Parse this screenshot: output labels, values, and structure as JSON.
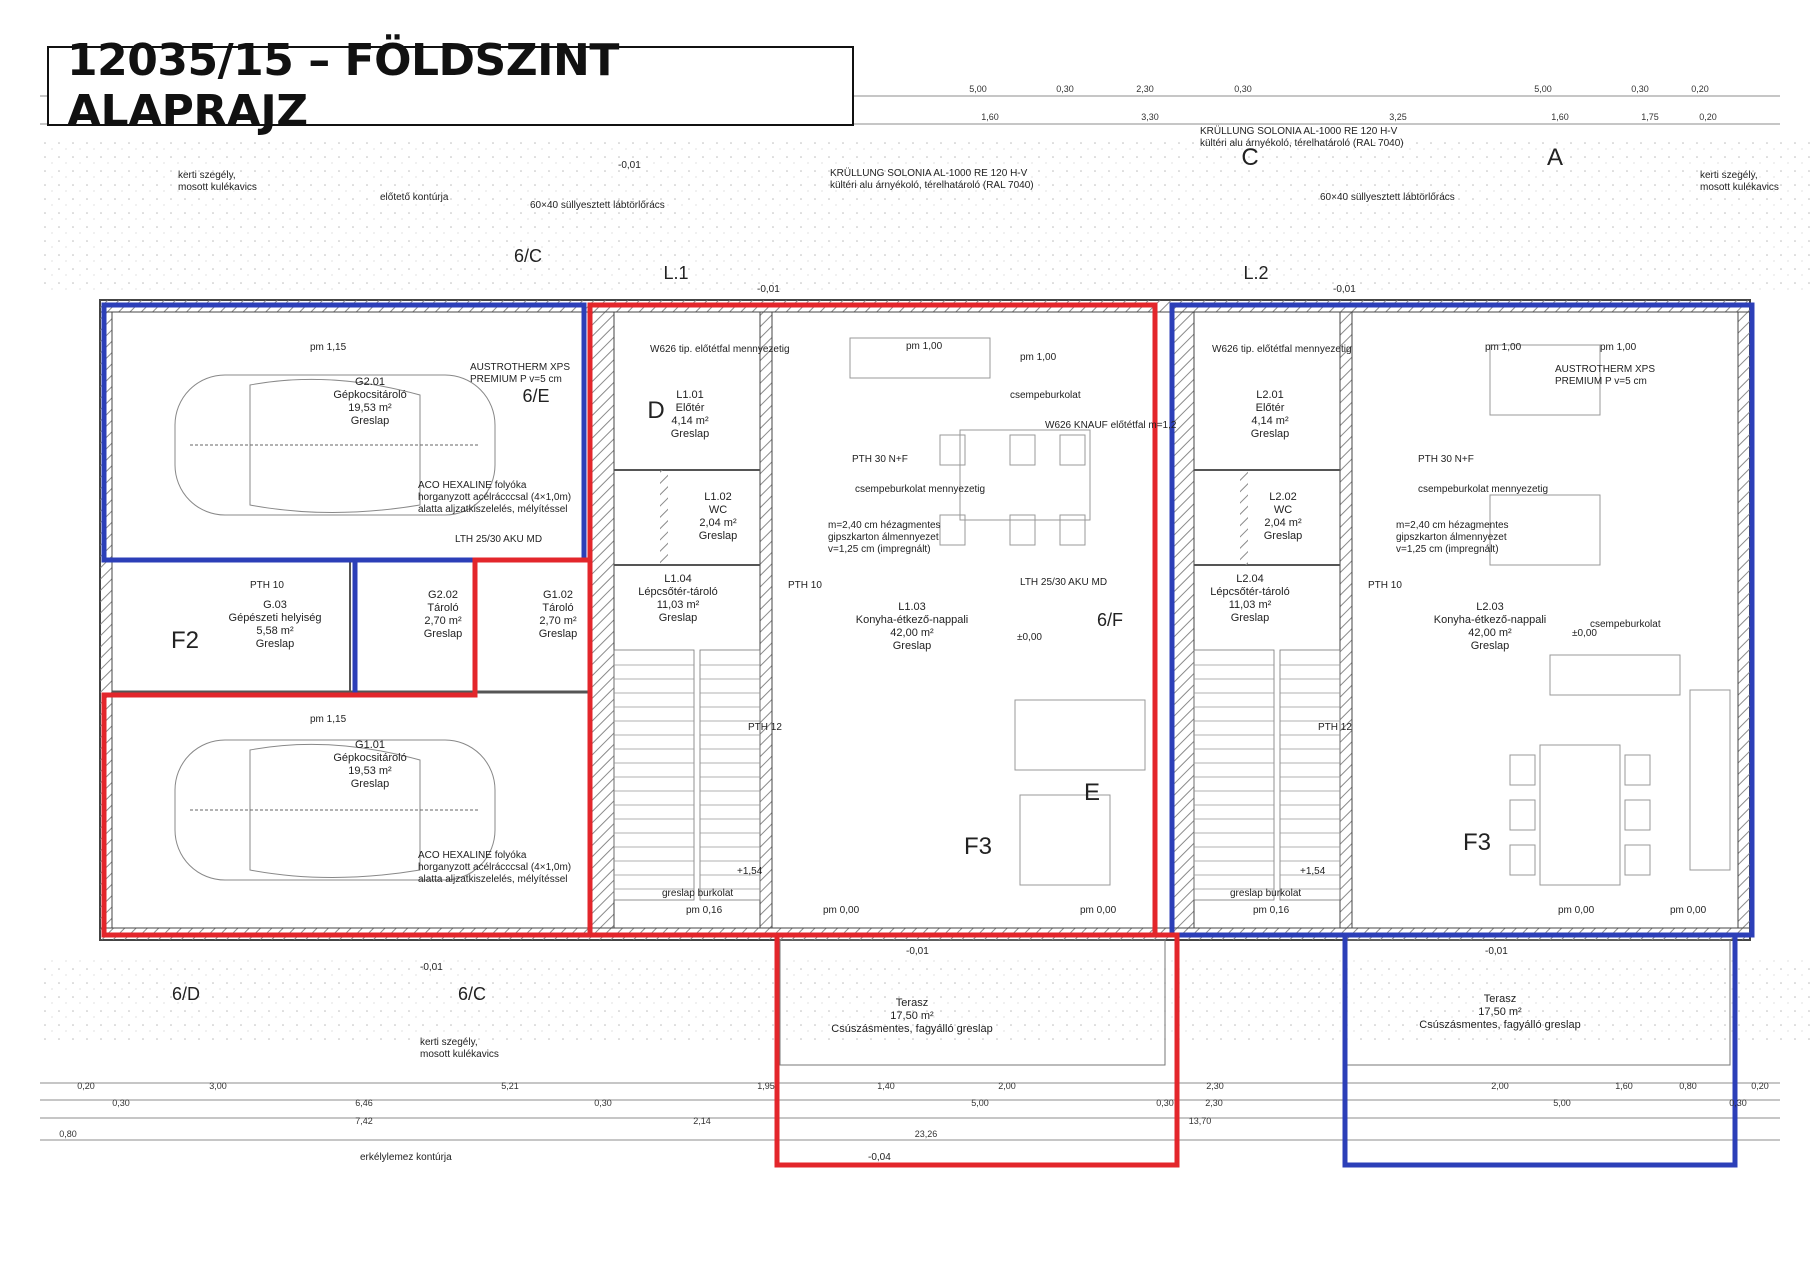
{
  "title": "12035/15 – FÖLDSZINT ALAPRAJZ",
  "colors": {
    "red_zone": "#e3262b",
    "blue_zone": "#2c3fb8",
    "wall": "#9a9a9a",
    "hatch": "#d9d9d9",
    "line": "#555555"
  },
  "rooms": [
    {
      "id": "G2.01",
      "name": "Gépkocsitároló",
      "area": "19,53 m²",
      "floor": "Greslap"
    },
    {
      "id": "G.03",
      "name": "Gépészeti helyiség",
      "area": "5,58 m²",
      "floor": "Greslap"
    },
    {
      "id": "G2.02",
      "name": "Tároló",
      "area": "2,70 m²",
      "floor": "Greslap"
    },
    {
      "id": "G1.02",
      "name": "Tároló",
      "area": "2,70 m²",
      "floor": "Greslap"
    },
    {
      "id": "G1.01",
      "name": "Gépkocsitároló",
      "area": "19,53 m²",
      "floor": "Greslap"
    },
    {
      "id": "L1.01",
      "name": "Előtér",
      "area": "4,14 m²",
      "floor": "Greslap"
    },
    {
      "id": "L1.02",
      "name": "WC",
      "area": "2,04 m²",
      "floor": "Greslap"
    },
    {
      "id": "L1.04",
      "name": "Lépcsőtér-tároló",
      "area": "11,03 m²",
      "floor": "Greslap"
    },
    {
      "id": "L1.03",
      "name": "Konyha-étkező-nappali",
      "area": "42,00 m²",
      "floor": "Greslap"
    },
    {
      "id": "L2.01",
      "name": "Előtér",
      "area": "4,14 m²",
      "floor": "Greslap"
    },
    {
      "id": "L2.02",
      "name": "WC",
      "area": "2,04 m²",
      "floor": "Greslap"
    },
    {
      "id": "L2.04",
      "name": "Lépcsőtér-tároló",
      "area": "11,03 m²",
      "floor": "Greslap"
    },
    {
      "id": "L2.03",
      "name": "Konyha-étkező-nappali",
      "area": "42,00 m²",
      "floor": "Greslap"
    },
    {
      "id": "",
      "name": "Terasz",
      "area": "17,50 m²",
      "floor": "Csúszásmentes, fagyálló greslap"
    },
    {
      "id": "",
      "name": "Terasz",
      "area": "17,50 m²",
      "floor": "Csúszásmentes, fagyálló greslap"
    }
  ],
  "labels": {
    "greslap_burkolat": "greslap burkolat",
    "austrotherm": "AUSTROTHERM XPS",
    "austrotherm_sub": "PREMIUM P v=5 cm",
    "krullung_1": "KRÜLLUNG SOLONIA AL-1000 RE 120 H-V",
    "krullung_2": "kültéri alu árnyékoló, térelhatároló (RAL 7040)",
    "kerti_szegely": "kerti szegély,",
    "mosott_kavics": "mosott kulékavics",
    "eloteto": "előtető kontúrja",
    "sullyesztett": "60×40 süllyesztett lábtörlőrács",
    "w626_1": "W626 tip. előtétfal mennyezetig",
    "w626_2": "W626 KNAUF előtétfal m=1,2",
    "aco_1": "ACO HEXALINE folyóka",
    "aco_2": "horganyzott acélrácccsal (4×1,0m)",
    "aco_3": "alatta aljzatkiszelelés, mélyítéssel",
    "lth": "LTH 25/30 AKU MD",
    "pth10": "PTH 10",
    "pth12": "PTH 12",
    "pth30": "PTH 30 N+F",
    "csempe": "csempeburkolat",
    "csempe_menny": "csempeburkolat mennyezetig",
    "gipsz_1": "m=2,40 cm hézagmentes",
    "gipsz_2": "gipszkarton álmennyezet",
    "gipsz_3": "v=1,25 cm (impregnált)",
    "erkely": "erkélylemez kontúrja",
    "pm000": "pm 0,00",
    "pm100": "pm 1,00",
    "pm115": "pm 1,15",
    "pm016": "pm 0,16",
    "plus000": "±0,00",
    "plus154": "+1,54",
    "minus001": "-0,01",
    "minus004": "-0,04"
  },
  "section_marks": [
    "6/C",
    "6/E",
    "6/F",
    "6/D",
    "6/C",
    "6/D",
    "F2",
    "F3",
    "F3",
    "D",
    "E",
    "C",
    "A",
    "L.1",
    "L.2"
  ],
  "dimensions_top": [
    "5,00",
    "0,30",
    "2,30",
    "0,30",
    "5,00",
    "0,30",
    "0,20",
    "1,60",
    "3,30",
    "3,25",
    "1,60",
    "1,75",
    "0,20"
  ],
  "dimensions_bottom": [
    "0,20",
    "3,00",
    "5,21",
    "1,95",
    "1,40",
    "2,00",
    "2,30",
    "2,00",
    "1,60",
    "0,80",
    "0,20",
    "0,30",
    "6,46",
    "0,30",
    "2,30",
    "5,00",
    "0,30",
    "5,00",
    "0,30",
    "7,42",
    "2,14",
    "13,70",
    "23,26",
    "0,80"
  ],
  "zones": [
    {
      "name": "left-upper-garage",
      "color": "blue"
    },
    {
      "name": "left-lower-garage",
      "color": "red"
    },
    {
      "name": "center-dwelling",
      "color": "red"
    },
    {
      "name": "right-dwelling",
      "color": "blue"
    },
    {
      "name": "center-terrace",
      "color": "red"
    },
    {
      "name": "right-terrace",
      "color": "blue"
    }
  ]
}
